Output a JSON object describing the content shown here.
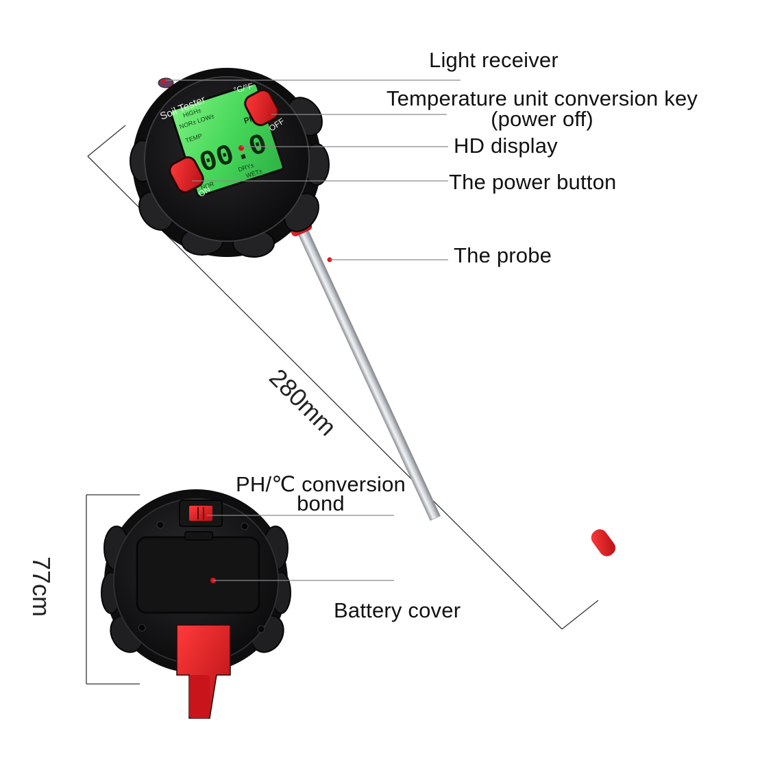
{
  "device": {
    "brand_text": "Soil Tester",
    "unit_key_label": "°C/°F",
    "off_label": "OFF",
    "on_label": "ON",
    "lcd": {
      "high_label": "HIGH±",
      "nor_low_label": "NOR± LOW±",
      "temp_label": "TEMP",
      "ph_label": "PH",
      "nor_label": "NOR",
      "dry_label": "DRY±",
      "wet_label": "WET±",
      "digits": "00.0",
      "backlight_color": "#47d85a"
    },
    "body_color": "#1b1b1d",
    "button_color": "#d9141c",
    "probe_color": "#c9ccd1"
  },
  "callouts": {
    "light_receiver": "Light receiver",
    "temp_key_line1": "Temperature unit conversion key",
    "temp_key_line2": "(power off)",
    "hd_display": "HD display",
    "power_button": "The power button",
    "probe": "The probe",
    "ph_bond_line1": "PH/℃ conversion",
    "ph_bond_line2": "bond",
    "battery_cover": "Battery cover"
  },
  "dimensions": {
    "length": "280mm",
    "diameter": "77cm"
  }
}
